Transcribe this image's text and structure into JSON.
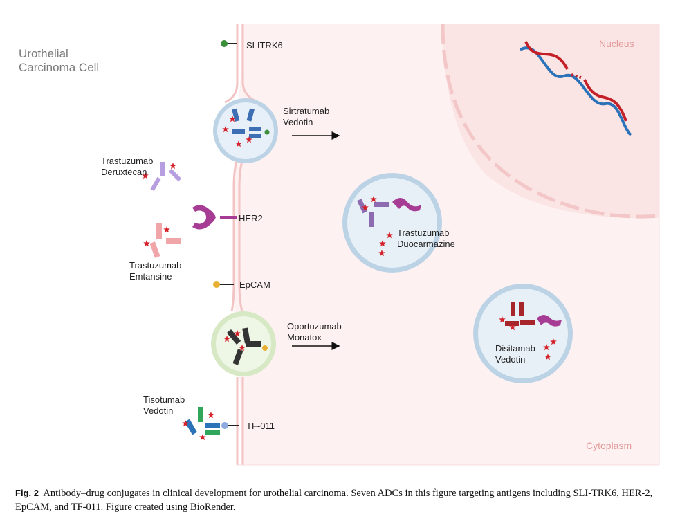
{
  "figure": {
    "cell_label": "Urothelial\nCarcinoma Cell",
    "nucleus_label": "Nucleus",
    "cytoplasm_label": "Cytoplasm",
    "antigens": {
      "slitrk6": "SLITRK6",
      "her2": "HER2",
      "epcam": "EpCAM",
      "tf011": "TF-011"
    },
    "adcs": {
      "sirtratumab": "Sirtratumab\nVedotin",
      "trastuzumab_deruxtecan": "Trastuzumab\nDeruxtecan",
      "trastuzumab_emtansine": "Trastuzumab\nEmtansine",
      "trastuzumab_duocarmazine": "Trastuzumab\nDuocarmazine",
      "oportuzumab": "Oportuzumab\nMonatox",
      "disitamab": "Disitamab\nVedotin",
      "tisotumab": "Tisotumab\nVedotin"
    },
    "colors": {
      "membrane": "#f2c4c4",
      "cytoplasm": "#fdf0f0",
      "nucleus": "#fbe3e3",
      "vesicle": "#bcd3e6",
      "payload": "#d4222a",
      "dna_red": "#c42027",
      "dna_blue": "#2b72b8"
    }
  },
  "caption": {
    "label": "Fig. 2",
    "text": "Antibody–drug conjugates in clinical development for urothelial carcinoma. Seven ADCs in this figure targeting antigens including SLI-TRK6, HER-2, EpCAM, and TF-011. Figure created using BioRender."
  }
}
